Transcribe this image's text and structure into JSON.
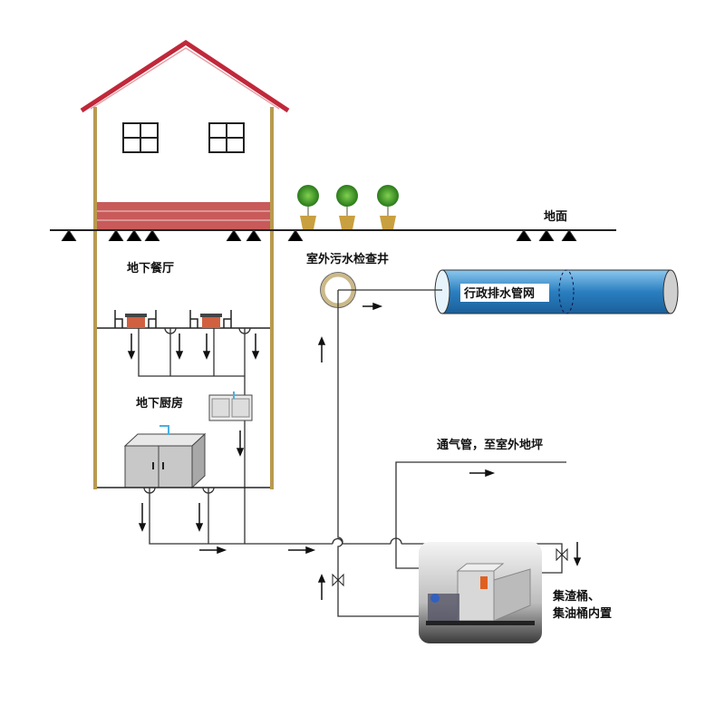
{
  "labels": {
    "ground": "地面",
    "inspection_well": "室外污水检查井",
    "municipal_pipe": "行政排水管网",
    "restaurant": "地下餐厅",
    "kitchen": "地下厨房",
    "vent_pipe": "通气管，至室外地坪",
    "device_note_1": "集渣桶、",
    "device_note_2": "集油桶内置"
  },
  "colors": {
    "roof": "#c0283a",
    "wall": "#b89a50",
    "brick": "#c85a5a",
    "pipe_blue": "#2a7fc0",
    "well_ring": "#cbb98a",
    "plant": "#3f9a2a"
  }
}
